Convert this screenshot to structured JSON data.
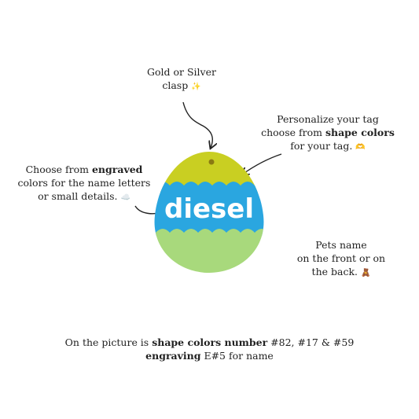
{
  "annotations": {
    "clasp": {
      "line1": "Gold or Silver",
      "line2": "clasp",
      "emoji": "✨"
    },
    "shape": {
      "line1": "Personalize your tag",
      "line2_pre": "choose from ",
      "line2_bold": "shape colors",
      "line3": "for your tag.",
      "emoji": "🫶"
    },
    "engraved": {
      "line1_pre": "Choose from ",
      "line1_bold": "engraved",
      "line2": "colors for the name letters",
      "line3": "or small details.",
      "emoji": "☁️"
    },
    "pets": {
      "line1": "Pets name",
      "line2": "on the front or on",
      "line3": "the back.",
      "emoji": "🧸"
    }
  },
  "tag": {
    "name": "diesel",
    "colors": {
      "top": "#c9cf22",
      "middle": "#2aa6e0",
      "bottom": "#a8d97c",
      "text": "#ffffff"
    }
  },
  "caption": {
    "line1_pre": "On the picture is ",
    "line1_bold": "shape colors number",
    "line1_post": " #82, #17  & #59",
    "line2_bold": "engraving",
    "line2_post": " E#5 for name"
  }
}
